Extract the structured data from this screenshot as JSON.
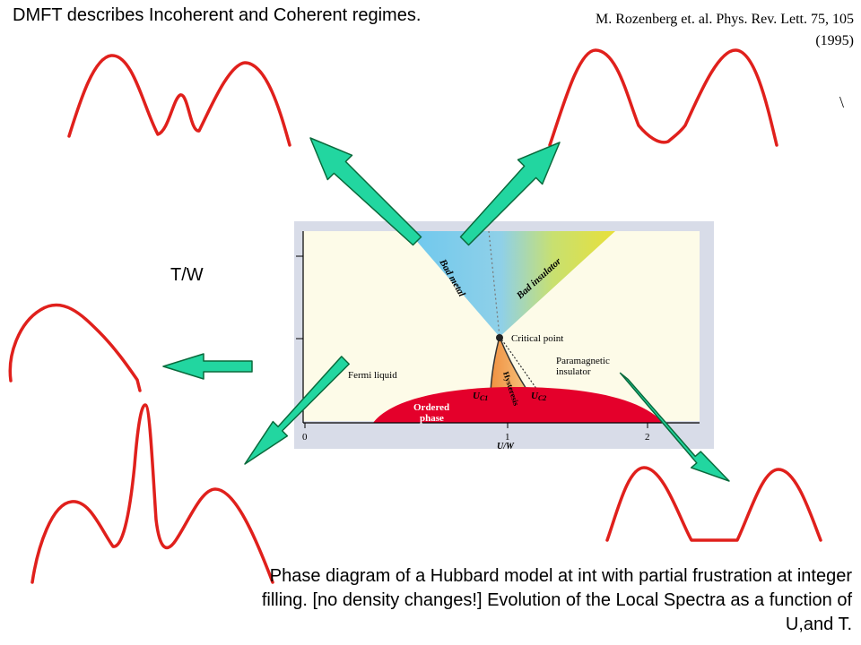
{
  "title": "DMFT describes Incoherent and Coherent regimes.",
  "citation": {
    "line1": "M. Rozenberg et. al. Phys. Rev. Lett. 75, 105",
    "line2": "(1995)"
  },
  "stray_mark": "\\",
  "axis_label_t": "T/W",
  "caption": "Phase diagram of a Hubbard model at int with partial frustration at integer filling. [no density changes!] Evolution of the Local Spectra as a function of U,and T.",
  "phase_diagram": {
    "regions": {
      "bad_metal": "Bad metal",
      "bad_insulator": "Bad insulator",
      "fermi_liquid": "Fermi liquid",
      "paramagnetic_insulator_1": "Paramagnetic",
      "paramagnetic_insulator_2": "insulator",
      "ordered_1": "Ordered",
      "ordered_2": "phase",
      "hysteresis": "Hysteresis"
    },
    "critical_point": "Critical point",
    "uc1": "U",
    "uc1_sub": "C1",
    "uc2": "U",
    "uc2_sub": "C2",
    "x_axis_label": "U/W",
    "x_ticks": [
      "0",
      "1",
      "2"
    ]
  },
  "colors": {
    "spectra": "#e0201c",
    "arrow_fill": "#22d6a0",
    "arrow_stroke": "#0a6a3c",
    "ordered_phase": "#e4002b",
    "bad_metal": "#6ec8ee",
    "bad_insulator": "#e8e03a",
    "diagram_bg": "#fdfbe8"
  }
}
